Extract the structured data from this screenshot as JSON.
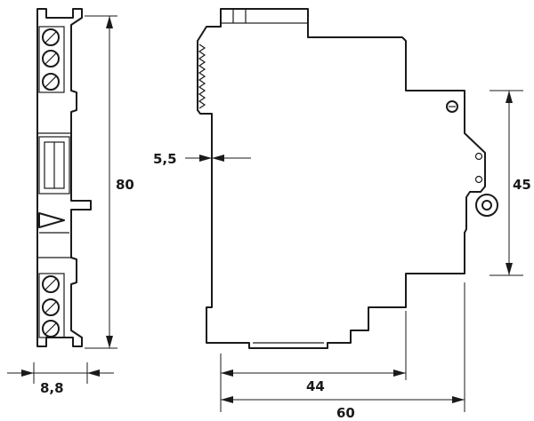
{
  "dimensions": {
    "height_total": "80",
    "width_side": "8,8",
    "offset": "5,5",
    "height_rail": "45",
    "depth_inner": "44",
    "depth_total": "60"
  }
}
